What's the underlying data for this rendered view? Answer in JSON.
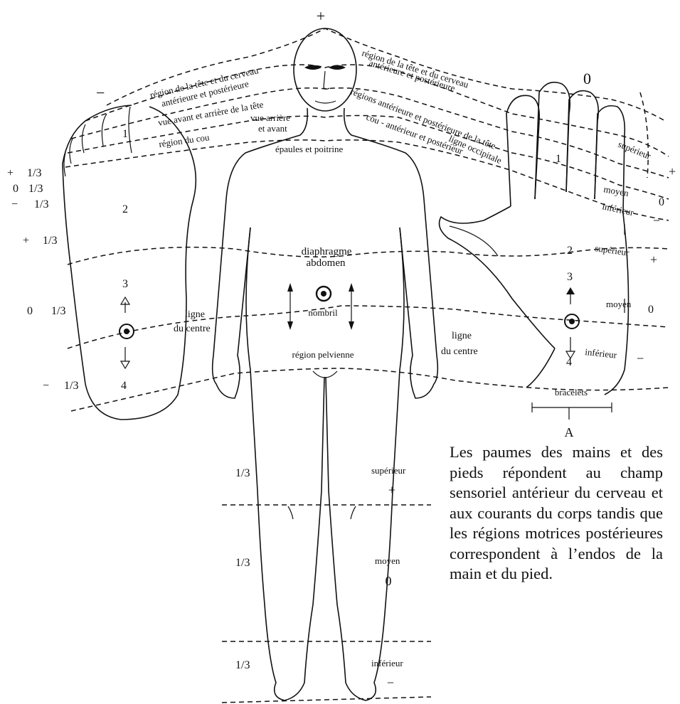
{
  "labels": {
    "polarity_top": "+",
    "polarity_left": "−",
    "polarity_right": "0",
    "center_head1": "région de la tête et du cerveau",
    "center_head2": "antérieure et postérieure",
    "center_view": "vue avant et arrière de la tête",
    "center_neck": "région du cou",
    "center_neck2a": "vue arrière",
    "center_neck2b": "et avant",
    "shoulders": "épaules et poitrine",
    "diaphragm1": "diaphragme",
    "diaphragm2": "abdomen",
    "navel": "nombril",
    "pelvic": "région pelvienne",
    "centerline_a": "ligne",
    "centerline_b": "du centre",
    "right_head1": "région de la tête et du cerveau",
    "right_head2": "antérieure et postérieure",
    "right_regions": "régions antérieure et postérieure de la tête",
    "right_occipital": "ligne occipitale",
    "right_neck": "cou - antérieur et postérieur",
    "hand_sup": "supérieur",
    "hand_moy": "moyen",
    "hand_inf": "inférieur",
    "bracelets": "bracelets",
    "axis_A": "A",
    "num_1": "1",
    "num_2": "2",
    "num_3": "3",
    "num_4": "4",
    "plus": "+",
    "minus": "−",
    "zero": "0",
    "third": "1/3",
    "leg_sup": "supérieur",
    "leg_moy": "moyen",
    "leg_inf": "inférieur"
  },
  "caption": "Les paumes des mains et des pieds répondent au champ sensoriel antérieur du cerveau et aux courants du corps tandis que les régions motrices postérieures correspondent à l’endos de la main et du pied."
}
